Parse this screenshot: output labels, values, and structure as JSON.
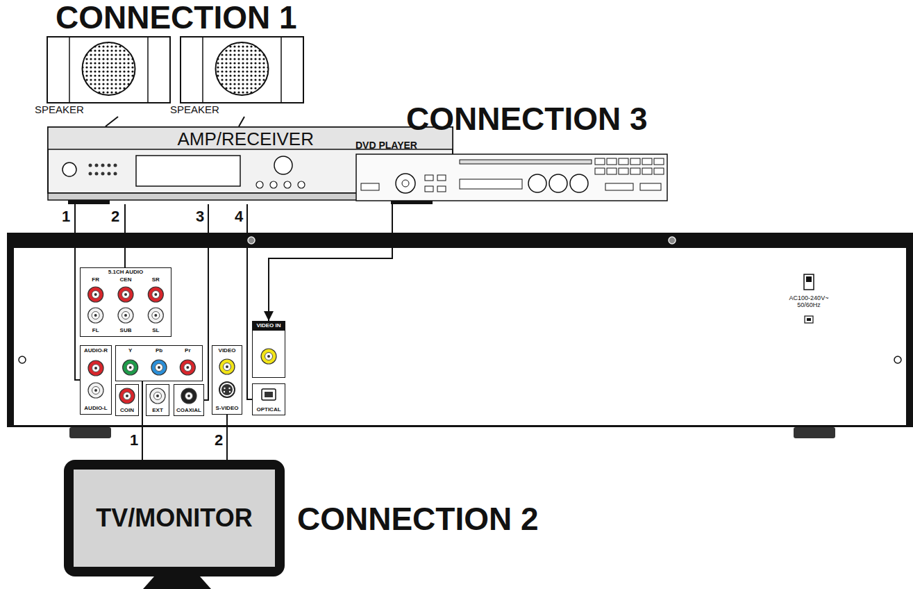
{
  "diagram": {
    "nodes": [
      {
        "text": [
          "SPEAKER"
        ]
      },
      {
        "text": [
          "SPEAKER"
        ]
      },
      {
        "text": [
          "AMP/RECEIVER"
        ]
      },
      {
        "text": [
          "DVD PLAYER"
        ]
      },
      {
        "text": [
          "AC100-240V~ 50/60Hz"
        ]
      },
      {
        "text": [
          "5.1CH AUDIO",
          "FR",
          "CEN",
          "SR",
          "FL",
          "SUB",
          "SL"
        ],
        "in": 4
      },
      {
        "text": [
          "AUDIO-R",
          "AUDIO-L"
        ],
        "in": 4
      },
      {
        "text": [
          "Y",
          "Pb",
          "Pr"
        ],
        "in": 4
      },
      {
        "text": [
          "COIN"
        ],
        "in": 4
      },
      {
        "text": [
          "EXT"
        ],
        "in": 4
      },
      {
        "text": [
          "COAXIAL"
        ],
        "in": 4
      },
      {
        "text": [
          "VIDEO",
          "S-VIDEO"
        ],
        "in": 4
      },
      {
        "text": [
          "VIDEO IN"
        ],
        "in": 4
      },
      {
        "text": [
          "OPTICAL"
        ],
        "in": 4
      },
      {
        "text": [
          "TV/MONITOR"
        ]
      }
    ],
    "edges": [
      {
        "from": 0,
        "to": 2,
        "arrow": "none"
      },
      {
        "from": 1,
        "to": 2,
        "arrow": "none"
      },
      {
        "from": 2,
        "to": 6,
        "arrow": "none",
        "label": "1"
      },
      {
        "from": 2,
        "to": 5,
        "arrow": "none",
        "label": "2"
      },
      {
        "from": 2,
        "to": 10,
        "arrow": "none",
        "label": "3"
      },
      {
        "from": 2,
        "to": 13,
        "arrow": "none",
        "label": "4"
      },
      {
        "from": 3,
        "to": 12,
        "arrow": "to"
      },
      {
        "from": 7,
        "to": 14,
        "arrow": "none",
        "label": "1"
      },
      {
        "from": 11,
        "to": 14,
        "arrow": "none",
        "label": "2"
      }
    ],
    "labels": [
      "CONNECTION 1",
      "CONNECTION 3",
      "CONNECTION 2"
    ]
  }
}
